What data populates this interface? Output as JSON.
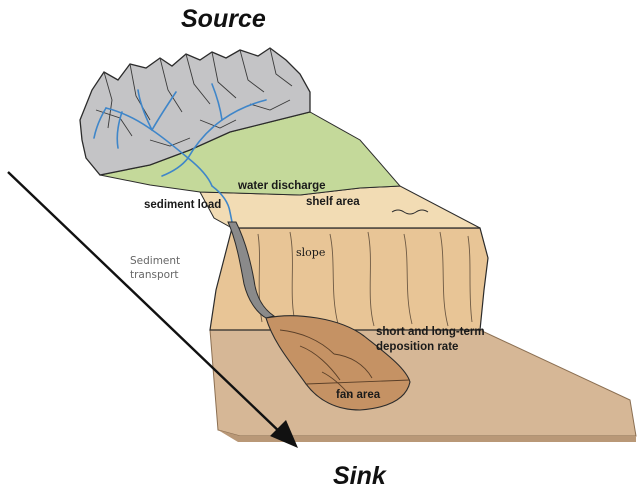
{
  "title_top": "Source",
  "title_bottom": "Sink",
  "labels": {
    "water_discharge": "water discharge",
    "sediment_load": "sediment load",
    "shelf_area": "shelf area",
    "slope": "slope",
    "deposition_line1": "short and long-term",
    "deposition_line2": "deposition rate",
    "fan_area": "fan area"
  },
  "side_label": {
    "line1": "Sediment",
    "line2": "transport"
  },
  "colors": {
    "mountains": "#c4c4c6",
    "river": "#3f86c9",
    "plain": "#c4d99a",
    "shelf": "#f2dcb4",
    "slope_face": "#e8c596",
    "basin": "#d6b796",
    "fan": "#c59264",
    "outline": "#2b2b2b"
  }
}
